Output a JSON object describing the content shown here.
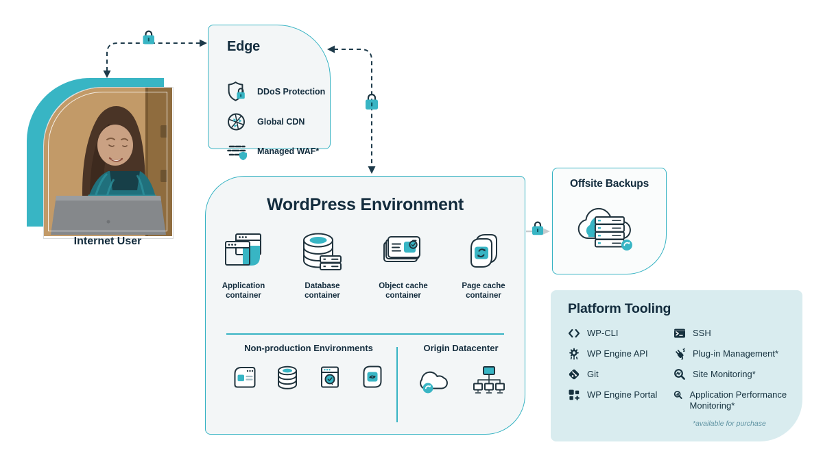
{
  "colors": {
    "accent": "#38b5c4",
    "accent-border": "#36b3c3",
    "navy": "#14303f",
    "heading": "#132c3d",
    "box-bg": "#f3f6f7",
    "offsite-bg": "#fafcfc",
    "tooling-bg": "#d9ecef",
    "arrow-gray": "#c7cccf",
    "footnote": "#5f93a2"
  },
  "internet_user": {
    "label": "Internet User",
    "image": "person-at-laptop-photo"
  },
  "edge": {
    "title": "Edge",
    "items": [
      {
        "icon": "shield-lock-icon",
        "label": "DDoS Protection"
      },
      {
        "icon": "globe-cdn-icon",
        "label": "Global CDN"
      },
      {
        "icon": "waf-shield-icon",
        "label": "Managed WAF*"
      }
    ]
  },
  "wordpress_environment": {
    "title": "WordPress Environment",
    "containers": [
      {
        "icon": "application-windows-icon",
        "label": "Application container"
      },
      {
        "icon": "database-icon",
        "label": "Database container"
      },
      {
        "icon": "object-cache-icon",
        "label": "Object cache container"
      },
      {
        "icon": "page-cache-icon",
        "label": "Page cache container"
      }
    ],
    "non_production": {
      "title": "Non-production Environments",
      "icons": [
        "browser-card-icon",
        "database-small-icon",
        "check-window-icon",
        "refresh-file-icon"
      ]
    },
    "origin_datacenter": {
      "title": "Origin Datacenter",
      "icons": [
        "cloud-sync-icon",
        "network-tree-icon"
      ]
    }
  },
  "offsite_backups": {
    "title": "Offsite Backups",
    "icon": "cloud-server-sync-icon"
  },
  "platform_tooling": {
    "title": "Platform Tooling",
    "left_column": [
      {
        "icon": "code-brackets-icon",
        "label": "WP-CLI"
      },
      {
        "icon": "api-gear-icon",
        "label": "WP Engine API"
      },
      {
        "icon": "git-icon",
        "label": "Git"
      },
      {
        "icon": "portal-grid-icon",
        "label": "WP Engine Portal"
      }
    ],
    "right_column": [
      {
        "icon": "terminal-icon",
        "label": "SSH"
      },
      {
        "icon": "plug-icon",
        "label": "Plug-in Management*"
      },
      {
        "icon": "site-monitoring-icon",
        "label": "Site Monitoring*"
      },
      {
        "icon": "apm-icon",
        "label": "Application Performance Monitoring*"
      }
    ],
    "footnote": "*available for purchase"
  },
  "connections": [
    {
      "from": "internet-user",
      "to": "edge",
      "style": "dashed",
      "secure_lock": true,
      "direction": "both"
    },
    {
      "from": "wordpress-environment",
      "to": "edge",
      "style": "dashed",
      "secure_lock": true,
      "direction": "both"
    },
    {
      "from": "wordpress-environment",
      "to": "offsite-backups",
      "style": "solid",
      "secure_lock": true,
      "direction": "right"
    }
  ]
}
